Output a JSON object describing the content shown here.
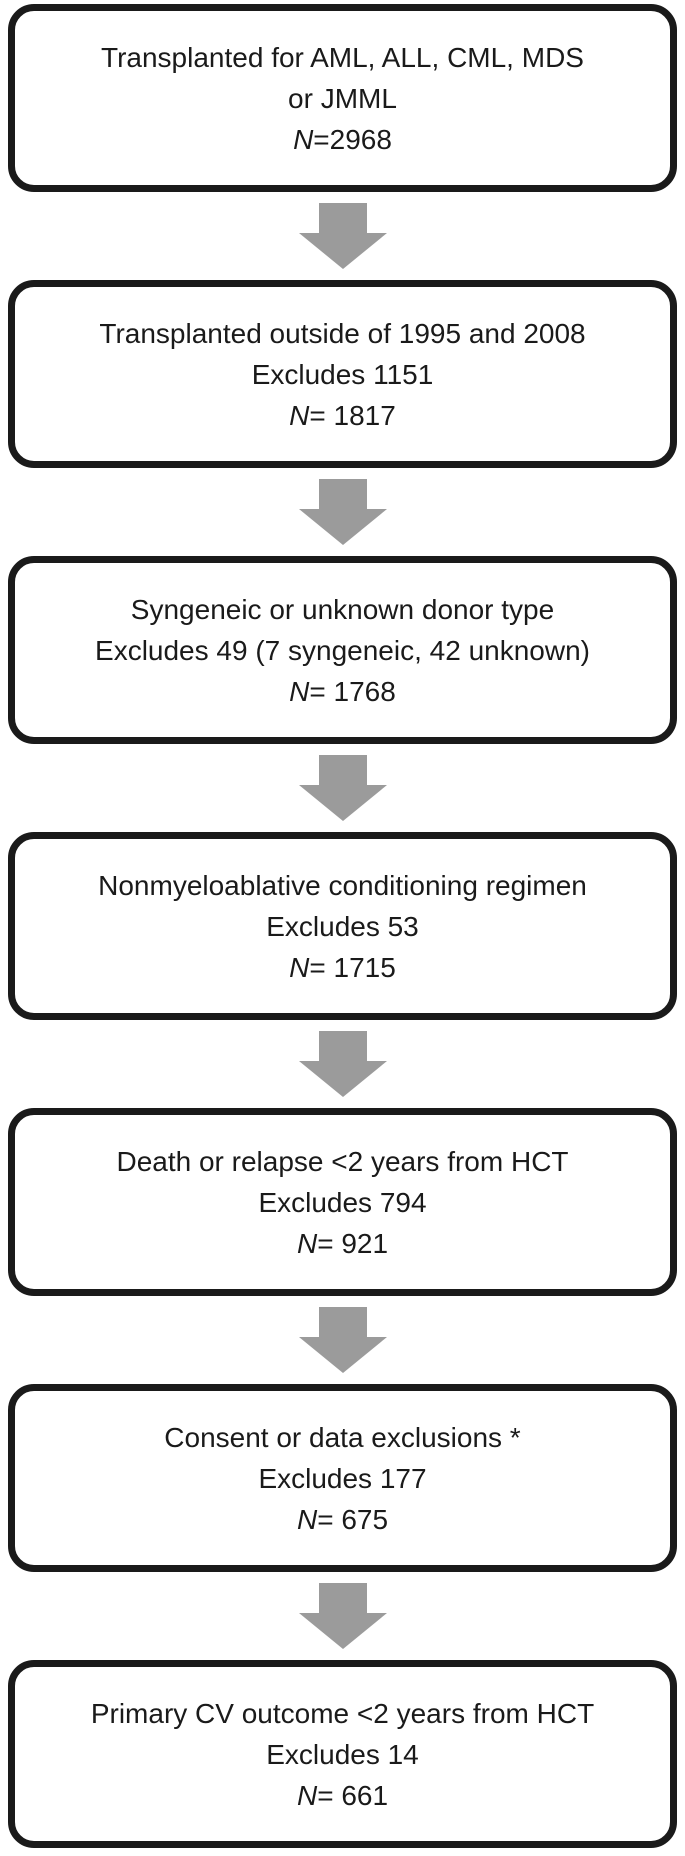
{
  "figure": {
    "type": "flowchart",
    "direction": "top-down",
    "steps": [
      {
        "line1": "Transplanted for AML, ALL, CML, MDS",
        "line2": "or JMML",
        "n_symbol": "N",
        "n_value": "=2968"
      },
      {
        "line1": "Transplanted outside of 1995 and 2008",
        "line2": "Excludes 1151",
        "n_symbol": "N",
        "n_value": "= 1817"
      },
      {
        "line1": "Syngeneic or unknown donor type",
        "line2": "Excludes 49 (7 syngeneic, 42 unknown)",
        "n_symbol": "N",
        "n_value": "= 1768"
      },
      {
        "line1": "Nonmyeloablative conditioning regimen",
        "line2": "Excludes 53",
        "n_symbol": "N",
        "n_value": "= 1715"
      },
      {
        "line1": "Death or relapse <2 years from HCT",
        "line2": "Excludes 794",
        "n_symbol": "N",
        "n_value": "= 921"
      },
      {
        "line1": "Consent or data exclusions *",
        "line2": "Excludes 177",
        "n_symbol": "N",
        "n_value": "= 675"
      },
      {
        "line1": "Primary CV outcome <2 years from HCT",
        "line2": "Excludes 14",
        "n_symbol": "N",
        "n_value": "= 661"
      }
    ],
    "colors": {
      "box_border": "#1a1a1a",
      "box_fill": "#ffffff",
      "text": "#1a1a1a",
      "arrow": "#9b9b9b",
      "background": "#ffffff"
    }
  }
}
